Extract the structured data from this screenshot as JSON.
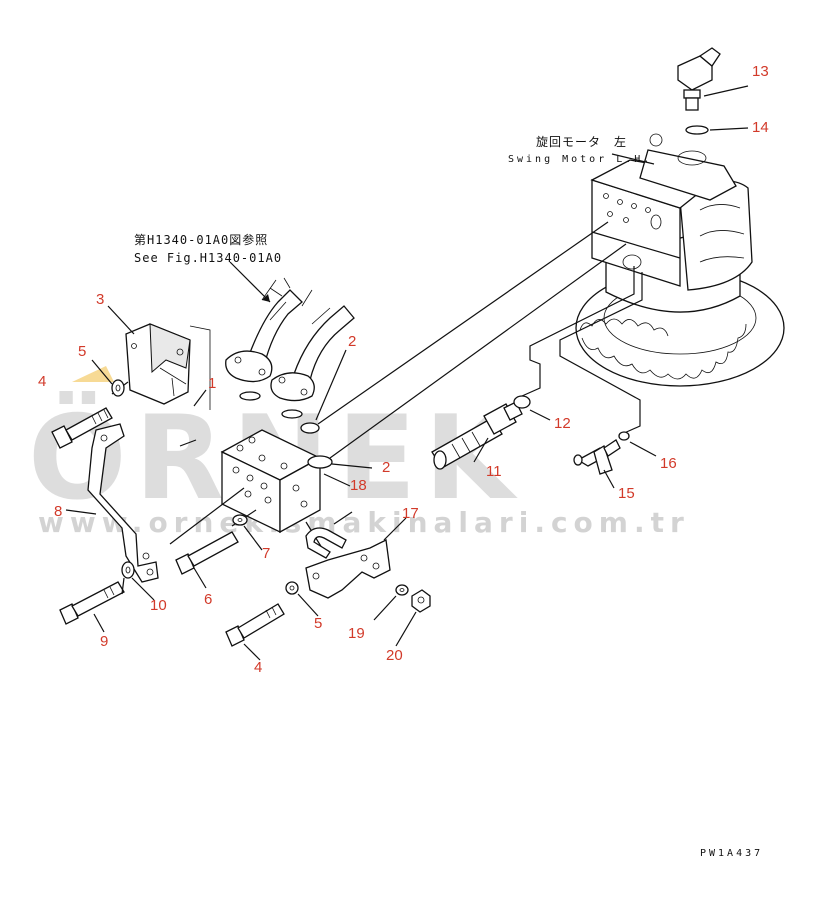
{
  "watermark": {
    "brand": "ÖRNEK",
    "url": "www.ornekismakinalari.com.tr",
    "color": "#b0b0b0",
    "accent": "#f2c14e"
  },
  "labels": {
    "reference_jp": "第H1340-01A0図参照",
    "reference_en": "See Fig.H1340-01A0",
    "motor_jp": "旋回モータ　左",
    "motor_en": "Swing Motor L.H.",
    "drawing_code": "PW1A437"
  },
  "callout_color": "#d23a2a",
  "callouts": [
    {
      "id": "c13",
      "text": "13"
    },
    {
      "id": "c14",
      "text": "14"
    },
    {
      "id": "c3",
      "text": "3"
    },
    {
      "id": "c2a",
      "text": "2"
    },
    {
      "id": "c5a",
      "text": "5"
    },
    {
      "id": "c1",
      "text": "1"
    },
    {
      "id": "c4a",
      "text": "4"
    },
    {
      "id": "c12",
      "text": "12"
    },
    {
      "id": "c2b",
      "text": "2"
    },
    {
      "id": "c11",
      "text": "11"
    },
    {
      "id": "c16",
      "text": "16"
    },
    {
      "id": "c18",
      "text": "18"
    },
    {
      "id": "c15",
      "text": "15"
    },
    {
      "id": "c8",
      "text": "8"
    },
    {
      "id": "c17",
      "text": "17"
    },
    {
      "id": "c7",
      "text": "7"
    },
    {
      "id": "c10",
      "text": "10"
    },
    {
      "id": "c6",
      "text": "6"
    },
    {
      "id": "c9",
      "text": "9"
    },
    {
      "id": "c5b",
      "text": "5"
    },
    {
      "id": "c19",
      "text": "19"
    },
    {
      "id": "c20",
      "text": "20"
    },
    {
      "id": "c4b",
      "text": "4"
    }
  ]
}
